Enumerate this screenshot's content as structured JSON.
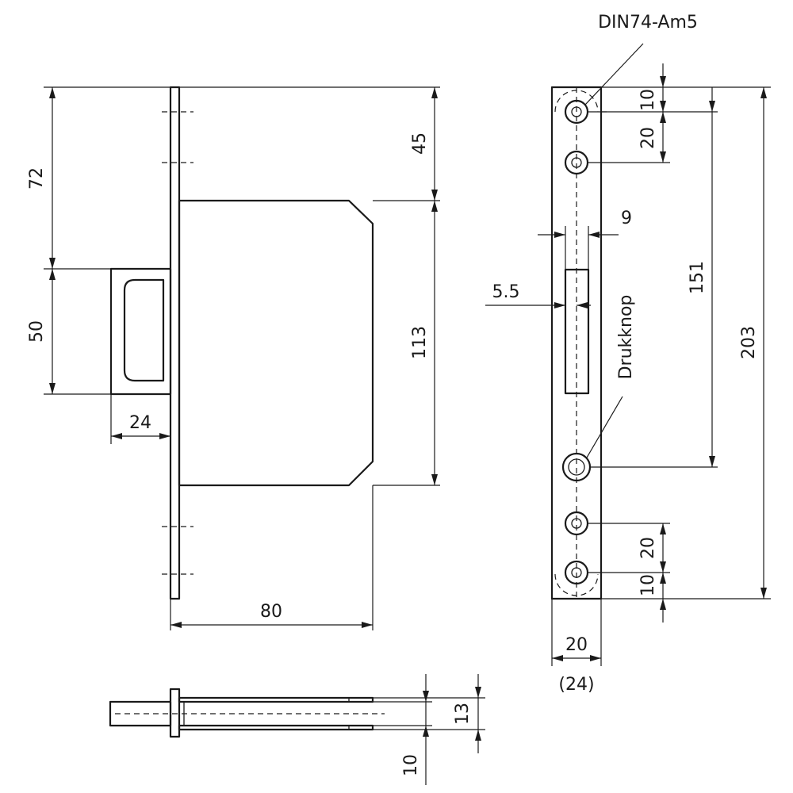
{
  "labels": {
    "screw_spec": "DIN74-Am5",
    "push_button": "Drukknop"
  },
  "dimensions": {
    "height_top_to_bolt": "72",
    "top_to_case": "45",
    "bolt_height": "50",
    "case_height": "113",
    "bolt_projection": "24",
    "backset": "80",
    "hole_edge_top": "10",
    "hole_pitch_top": "20",
    "slot_width": "9",
    "slot_offset": "5.5",
    "hole_to_button": "151",
    "plate_height": "203",
    "hole_pitch_bottom": "20",
    "hole_edge_bottom": "10",
    "plate_width": "20",
    "plate_width_alt": "(24)",
    "bolt_thickness": "13",
    "plate_offset": "10"
  },
  "colors": {
    "line": "#1a1a1a",
    "background": "#ffffff"
  }
}
